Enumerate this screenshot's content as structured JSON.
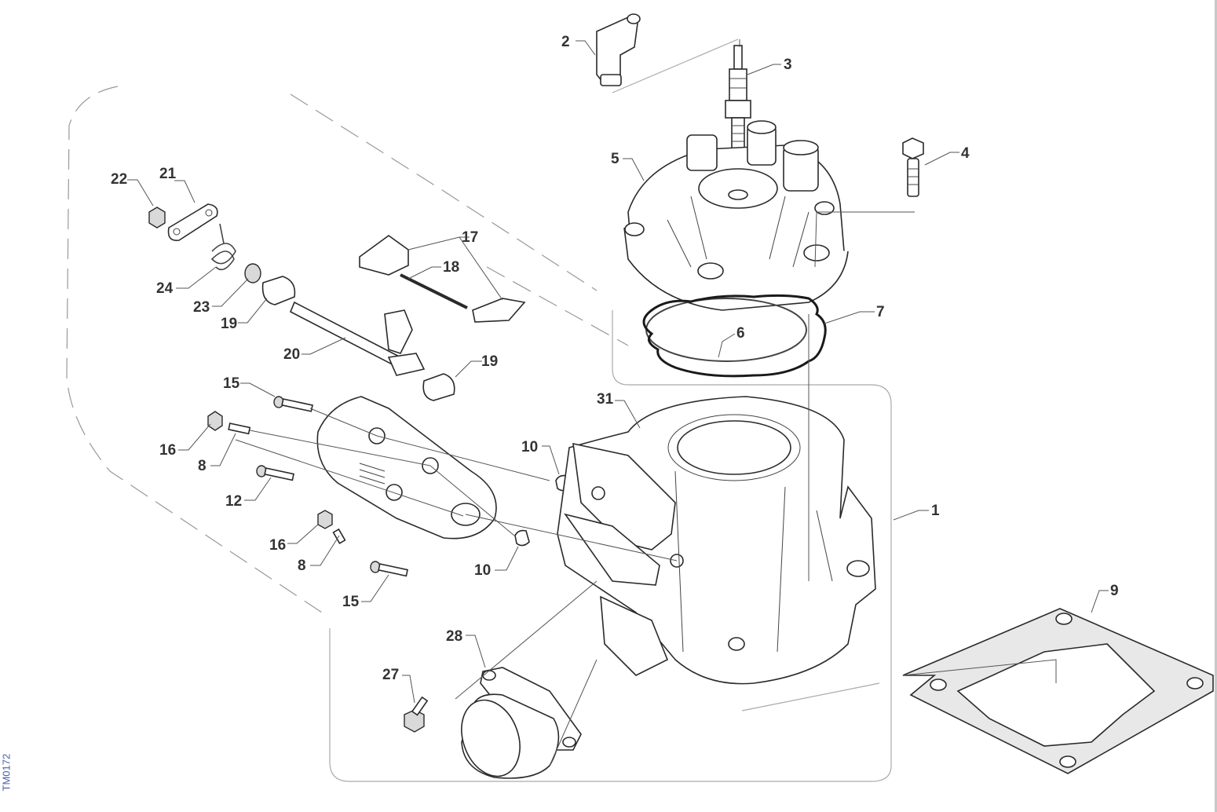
{
  "drawing_code": "TM0172",
  "callouts": {
    "c1": "1",
    "c2": "2",
    "c3": "3",
    "c4": "4",
    "c5": "5",
    "c6": "6",
    "c7": "7",
    "c8a": "8",
    "c8b": "8",
    "c9": "9",
    "c10a": "10",
    "c10b": "10",
    "c12": "12",
    "c15a": "15",
    "c15b": "15",
    "c16a": "16",
    "c16b": "16",
    "c17": "17",
    "c18": "18",
    "c19a": "19",
    "c19b": "19",
    "c20": "20",
    "c21": "21",
    "c22": "22",
    "c23": "23",
    "c24": "24",
    "c27": "27",
    "c28": "28",
    "c31": "31"
  }
}
